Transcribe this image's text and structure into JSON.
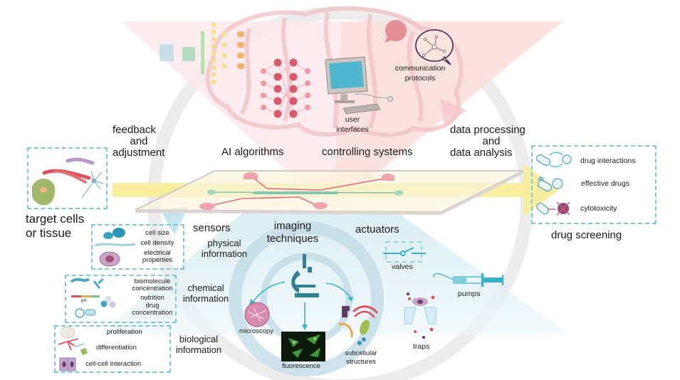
{
  "left_panel": {
    "title_line1": "target cells",
    "title_line2": "or tissue"
  },
  "feedback": {
    "line1": "feedback",
    "line2": "and",
    "line3": "adjustment"
  },
  "top": {
    "ai_algorithms": "AI algorithms",
    "controlling_systems": "controlling systems",
    "user_interfaces_line1": "user",
    "user_interfaces_line2": "interfaces",
    "communication_line1": "communication",
    "communication_line2": "protocols"
  },
  "data_processing": {
    "line1": "data processing",
    "line2": "and",
    "line3": "data analysis"
  },
  "drug_screening": {
    "title": "drug screening",
    "items": [
      {
        "label": "drug interactions",
        "icon": "pill-interaction-icon"
      },
      {
        "label": "effective drugs",
        "icon": "pills-icon"
      },
      {
        "label": "cytotoxicity",
        "icon": "cytotoxic-cell-icon"
      }
    ]
  },
  "bottom": {
    "sensors": "sensors",
    "imaging_line1": "imaging",
    "imaging_line2": "techniques",
    "actuators": "actuators",
    "physical_line1": "physical",
    "physical_line2": "information",
    "chemical_line1": "chemical",
    "chemical_line2": "information",
    "biological_line1": "biological",
    "biological_line2": "information"
  },
  "physical_box": {
    "items": [
      "cell size",
      "cell density",
      "electrical",
      "properties"
    ]
  },
  "chemical_box": {
    "items": [
      "biomolecule",
      "concentration",
      "nutrition",
      "drug",
      "concentration"
    ],
    "ph_label": "pH"
  },
  "biological_box": {
    "items": [
      "proliferation",
      "differentiation",
      "cell-cell interaction"
    ]
  },
  "imaging": {
    "microscopy": "microscopy",
    "fluorescence": "fluorescence",
    "subcellular_line1": "subcellular",
    "subcellular_line2": "structures"
  },
  "actuator_items": {
    "valves": "valves",
    "pumps": "pumps",
    "traps": "traps"
  },
  "colors": {
    "accent_teal": "#2aa9c2",
    "pink": "#e07a8a",
    "yellow_arrow": "#f7eea0",
    "brain": "#f2c6c6"
  }
}
